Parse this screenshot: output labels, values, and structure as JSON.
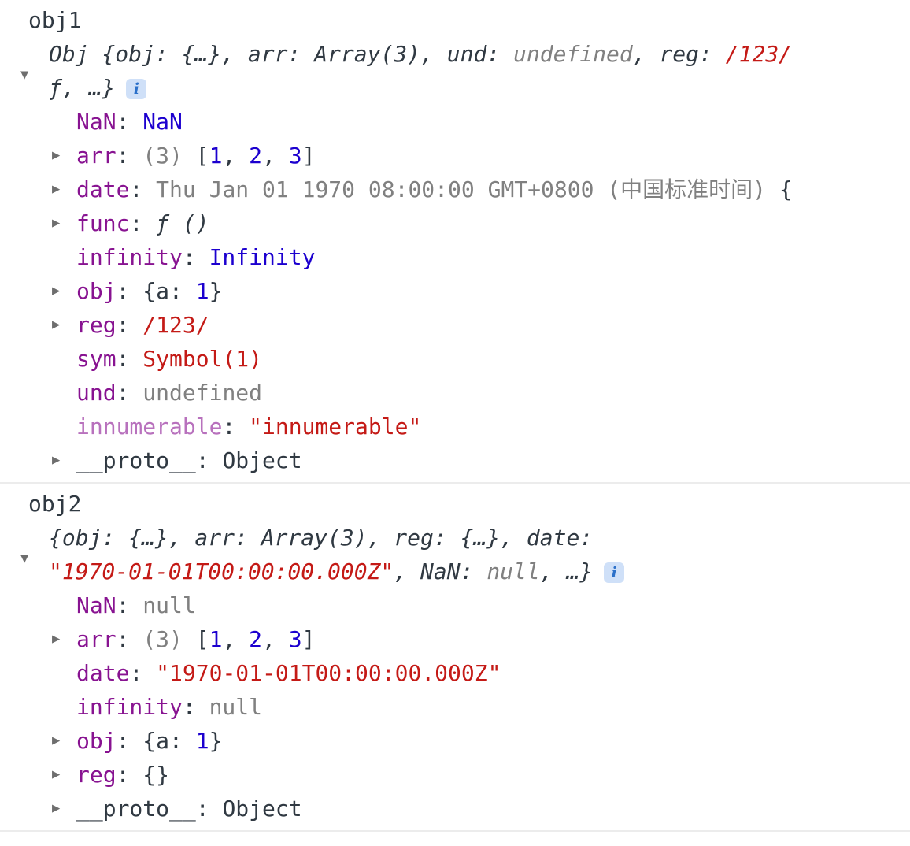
{
  "colors": {
    "plain": "#303942",
    "key": "#881391",
    "key-dim": "#b871bd",
    "num": "#1c00cf",
    "str": "#c41a16",
    "gray": "#808080",
    "tri": "#6e6e6e",
    "divider": "#ececec",
    "icon-bg": "#cfe0f8",
    "icon-fg": "#2b70c9"
  },
  "glyphs": {
    "expanded": "▼",
    "collapsed": "▶",
    "info": "i"
  },
  "console": {
    "messages": [
      {
        "label": "obj1",
        "preview": {
          "state": "expanded",
          "info_icon": true,
          "lines": [
            [
              {
                "t": "Obj {obj: {…}, arr: Array(3), und: ",
                "c": "plain"
              },
              {
                "t": "undefined",
                "c": "gray"
              },
              {
                "t": ", reg: ",
                "c": "plain"
              },
              {
                "t": "/123/",
                "c": "str"
              }
            ],
            [
              {
                "t": "ƒ",
                "c": "fn"
              },
              {
                "t": ", …}",
                "c": "plain"
              }
            ]
          ]
        },
        "rows": [
          {
            "tri": null,
            "parts": [
              {
                "t": "NaN",
                "c": "key"
              },
              {
                "t": ": ",
                "c": "plain"
              },
              {
                "t": "NaN",
                "c": "num"
              }
            ]
          },
          {
            "tri": "collapsed",
            "parts": [
              {
                "t": "arr",
                "c": "key"
              },
              {
                "t": ": ",
                "c": "plain"
              },
              {
                "t": "(3) ",
                "c": "gray"
              },
              {
                "t": "[",
                "c": "plain"
              },
              {
                "t": "1",
                "c": "num"
              },
              {
                "t": ", ",
                "c": "plain"
              },
              {
                "t": "2",
                "c": "num"
              },
              {
                "t": ", ",
                "c": "plain"
              },
              {
                "t": "3",
                "c": "num"
              },
              {
                "t": "]",
                "c": "plain"
              }
            ]
          },
          {
            "tri": "collapsed",
            "parts": [
              {
                "t": "date",
                "c": "key"
              },
              {
                "t": ": ",
                "c": "plain"
              },
              {
                "t": "Thu Jan 01 1970 08:00:00 GMT+0800 (中国标准时间)",
                "c": "gray"
              },
              {
                "t": " {",
                "c": "plain"
              }
            ]
          },
          {
            "tri": "collapsed",
            "parts": [
              {
                "t": "func",
                "c": "key"
              },
              {
                "t": ": ",
                "c": "plain"
              },
              {
                "t": "ƒ ()",
                "c": "fn"
              }
            ]
          },
          {
            "tri": null,
            "parts": [
              {
                "t": "infinity",
                "c": "key"
              },
              {
                "t": ": ",
                "c": "plain"
              },
              {
                "t": "Infinity",
                "c": "num"
              }
            ]
          },
          {
            "tri": "collapsed",
            "parts": [
              {
                "t": "obj",
                "c": "key"
              },
              {
                "t": ": ",
                "c": "plain"
              },
              {
                "t": "{a: ",
                "c": "plain"
              },
              {
                "t": "1",
                "c": "num"
              },
              {
                "t": "}",
                "c": "plain"
              }
            ]
          },
          {
            "tri": "collapsed",
            "parts": [
              {
                "t": "reg",
                "c": "key"
              },
              {
                "t": ": ",
                "c": "plain"
              },
              {
                "t": "/123/",
                "c": "str"
              }
            ]
          },
          {
            "tri": null,
            "parts": [
              {
                "t": "sym",
                "c": "key"
              },
              {
                "t": ": ",
                "c": "plain"
              },
              {
                "t": "Symbol(1)",
                "c": "str"
              }
            ]
          },
          {
            "tri": null,
            "parts": [
              {
                "t": "und",
                "c": "key"
              },
              {
                "t": ": ",
                "c": "plain"
              },
              {
                "t": "undefined",
                "c": "gray"
              }
            ]
          },
          {
            "tri": null,
            "parts": [
              {
                "t": "innumerable",
                "c": "key-dim"
              },
              {
                "t": ": ",
                "c": "plain"
              },
              {
                "t": "\"innumerable\"",
                "c": "str"
              }
            ]
          },
          {
            "tri": "collapsed",
            "parts": [
              {
                "t": "__proto__",
                "c": "plain"
              },
              {
                "t": ": ",
                "c": "plain"
              },
              {
                "t": "Object",
                "c": "plain"
              }
            ]
          }
        ]
      },
      {
        "label": "obj2",
        "preview": {
          "state": "expanded",
          "info_icon": true,
          "lines": [
            [
              {
                "t": "{obj: {…}, arr: Array(3), reg: {…}, date:",
                "c": "plain"
              }
            ],
            [
              {
                "t": "\"1970-01-01T00:00:00.000Z\"",
                "c": "str"
              },
              {
                "t": ", NaN: ",
                "c": "plain"
              },
              {
                "t": "null",
                "c": "gray"
              },
              {
                "t": ", …}",
                "c": "plain"
              }
            ]
          ]
        },
        "rows": [
          {
            "tri": null,
            "parts": [
              {
                "t": "NaN",
                "c": "key"
              },
              {
                "t": ": ",
                "c": "plain"
              },
              {
                "t": "null",
                "c": "gray"
              }
            ]
          },
          {
            "tri": "collapsed",
            "parts": [
              {
                "t": "arr",
                "c": "key"
              },
              {
                "t": ": ",
                "c": "plain"
              },
              {
                "t": "(3) ",
                "c": "gray"
              },
              {
                "t": "[",
                "c": "plain"
              },
              {
                "t": "1",
                "c": "num"
              },
              {
                "t": ", ",
                "c": "plain"
              },
              {
                "t": "2",
                "c": "num"
              },
              {
                "t": ", ",
                "c": "plain"
              },
              {
                "t": "3",
                "c": "num"
              },
              {
                "t": "]",
                "c": "plain"
              }
            ]
          },
          {
            "tri": null,
            "parts": [
              {
                "t": "date",
                "c": "key"
              },
              {
                "t": ": ",
                "c": "plain"
              },
              {
                "t": "\"1970-01-01T00:00:00.000Z\"",
                "c": "str"
              }
            ]
          },
          {
            "tri": null,
            "parts": [
              {
                "t": "infinity",
                "c": "key"
              },
              {
                "t": ": ",
                "c": "plain"
              },
              {
                "t": "null",
                "c": "gray"
              }
            ]
          },
          {
            "tri": "collapsed",
            "parts": [
              {
                "t": "obj",
                "c": "key"
              },
              {
                "t": ": ",
                "c": "plain"
              },
              {
                "t": "{a: ",
                "c": "plain"
              },
              {
                "t": "1",
                "c": "num"
              },
              {
                "t": "}",
                "c": "plain"
              }
            ]
          },
          {
            "tri": "collapsed",
            "parts": [
              {
                "t": "reg",
                "c": "key"
              },
              {
                "t": ": ",
                "c": "plain"
              },
              {
                "t": "{}",
                "c": "plain"
              }
            ]
          },
          {
            "tri": "collapsed",
            "parts": [
              {
                "t": "__proto__",
                "c": "plain"
              },
              {
                "t": ": ",
                "c": "plain"
              },
              {
                "t": "Object",
                "c": "plain"
              }
            ]
          }
        ]
      }
    ]
  }
}
